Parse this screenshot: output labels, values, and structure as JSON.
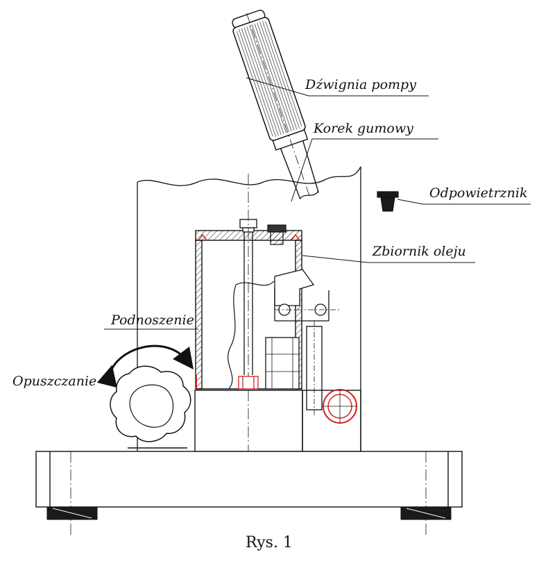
{
  "labels": {
    "lever": "Dźwignia pompy",
    "plug": "Korek gumowy",
    "vent": "Odpowietrznik",
    "tank": "Zbiornik oleju",
    "raise": "Podnoszenie",
    "lower": "Opuszczanie"
  },
  "caption": "Rys. 1",
  "colors": {
    "line": "#111111",
    "accent": "#d42020",
    "fill_dark": "#1a1a1a"
  }
}
